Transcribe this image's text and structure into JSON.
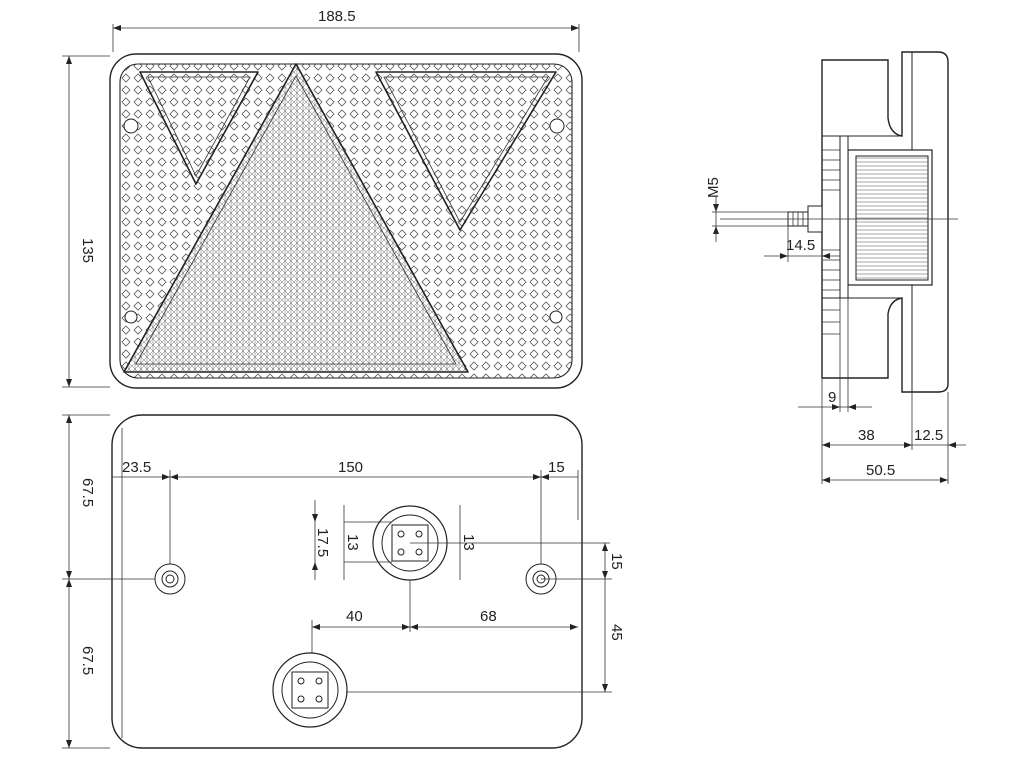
{
  "colors": {
    "line": "#222222",
    "pattern": "#555555",
    "background": "#ffffff"
  },
  "front_view": {
    "width_label": "188.5",
    "height_label": "135"
  },
  "rear_view": {
    "left_offset_label": "23.5",
    "mount_spacing_label": "150",
    "right_offset_label": "15",
    "upper_half_label": "67.5",
    "lower_half_label": "67.5",
    "connector_offset_left_label": "40",
    "connector_offset_right_label": "68",
    "connector_vertical_label": "45",
    "upper_connector_offset_label": "15",
    "socket_height_label": "17.5",
    "socket_inner_left_label": "13",
    "socket_inner_right_label": "13"
  },
  "side_view": {
    "thread_label": "M5",
    "stud_length_label": "14.5",
    "flange_label": "9",
    "body_depth_label": "38",
    "lens_depth_label": "12.5",
    "total_depth_label": "50.5"
  }
}
